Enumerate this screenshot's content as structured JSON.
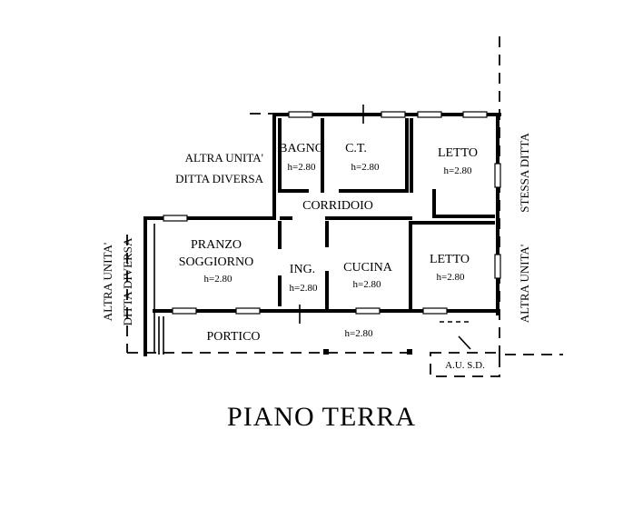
{
  "title": "PIANO TERRA",
  "rooms": {
    "bagno": {
      "name": "BAGNO",
      "height": "h=2.80"
    },
    "ct": {
      "name": "C.T.",
      "height": "h=2.80"
    },
    "letto1": {
      "name": "LETTO",
      "height": "h=2.80"
    },
    "corridoio": {
      "name": "CORRIDOIO"
    },
    "pranzo_1": "PRANZO",
    "pranzo_2": "SOGGIORNO",
    "pranzo_h": "h=2.80",
    "ingresso": {
      "name": "ING.",
      "height": "h=2.80"
    },
    "cucina": {
      "name": "CUCINA",
      "height": "h=2.80"
    },
    "letto2": {
      "name": "LETTO",
      "height": "h=2.80"
    },
    "portico": {
      "name": "PORTICO",
      "height": "h=2.80"
    }
  },
  "neighbours": {
    "top_left_1": "ALTRA UNITA'",
    "top_left_2": "DITTA DIVERSA",
    "left_1": "ALTRA UNITA'",
    "left_2": "DITTA DIVERSA",
    "right_top": "STESSA DITTA",
    "right_bottom": "ALTRA UNITA'",
    "au_sd": "A.U.  S.D."
  }
}
